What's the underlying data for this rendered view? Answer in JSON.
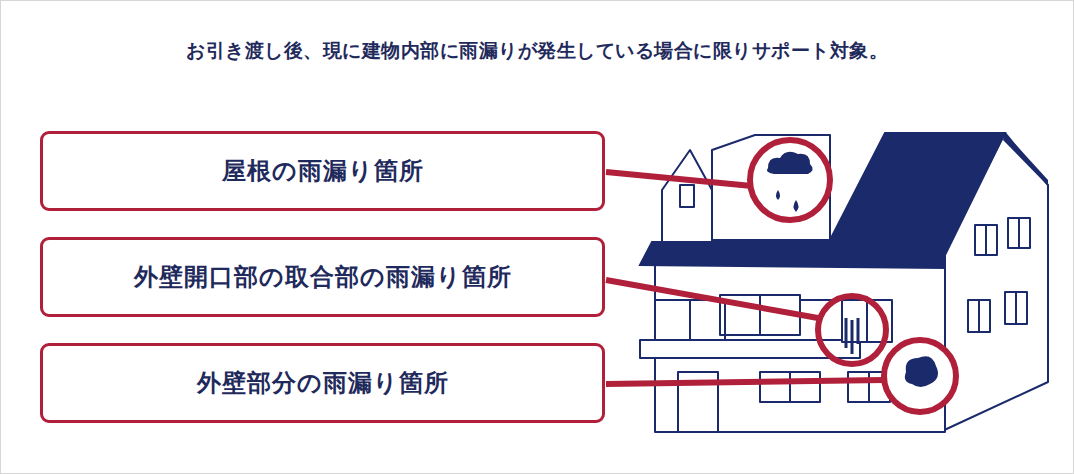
{
  "diagram": {
    "title": "お引き渡し後、現に建物内部に雨漏りが発生している場合に限りサポート対象。",
    "nodes": [
      {
        "text": [
          "屋根の雨漏り箇所"
        ]
      },
      {
        "text": [
          "外壁開口部の取合部の雨漏り箇所"
        ]
      },
      {
        "text": [
          "外壁部分の雨漏り箇所"
        ]
      }
    ]
  }
}
